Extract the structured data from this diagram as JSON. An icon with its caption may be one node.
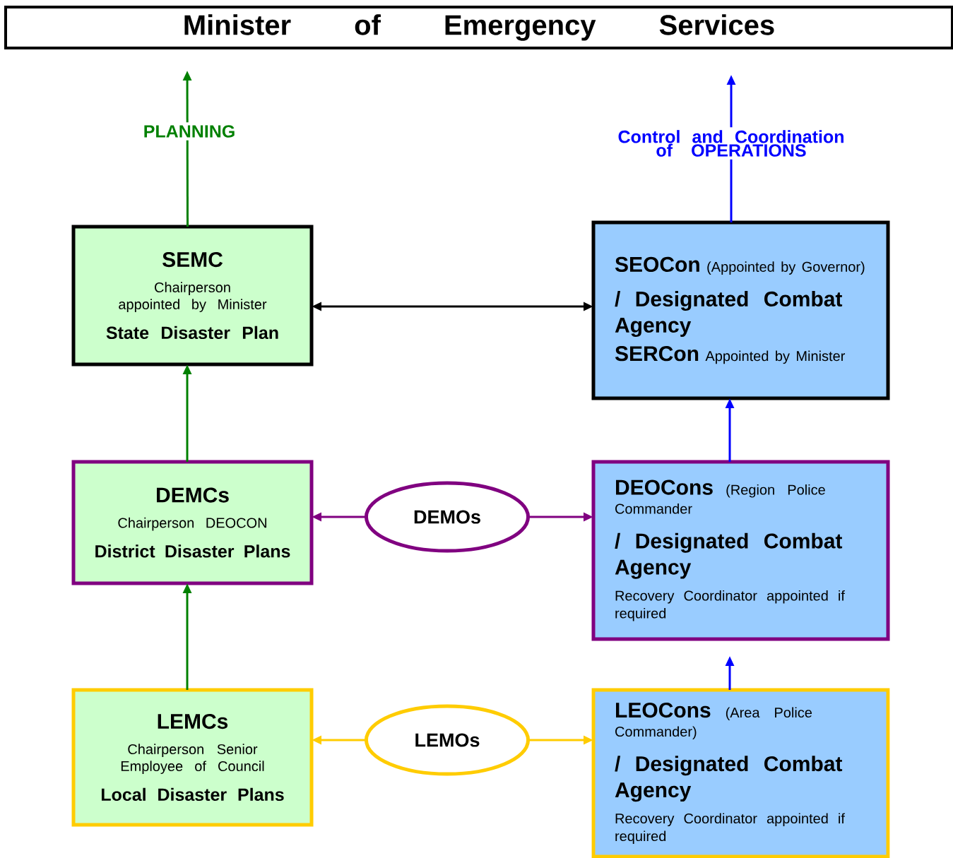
{
  "diagram": {
    "nodes": [
      {
        "text": [
          "Minister of Emergency Services"
        ]
      },
      {
        "text": [
          "SEMC",
          "Chairperson appointed by Minister",
          "State Disaster Plan"
        ]
      },
      {
        "text": [
          "**SEOCon** (Appointed by Governor)",
          "/ Designated Combat Agency",
          "**SERCon** Appointed by Minister"
        ]
      },
      {
        "text": [
          "DEMCs",
          "Chairperson DEOCON",
          "District Disaster Plans"
        ]
      },
      {
        "text": [
          "DEMOs"
        ]
      },
      {
        "text": [
          "**DEOCons** (Region Police Commander",
          "/ Designated Combat Agency",
          "Recovery Coordinator appointed if required"
        ]
      },
      {
        "text": [
          "LEMCs",
          "Chairperson Senior Employee of Council",
          "Local Disaster Plans"
        ]
      },
      {
        "text": [
          "LEMOs"
        ]
      },
      {
        "text": [
          "**LEOCons** (Area Police Commander)",
          "/ Designated Combat Agency",
          "Recovery Coordinator appointed if required"
        ]
      }
    ],
    "edges": [
      {
        "from": 1,
        "to": null,
        "arrow": "to",
        "label": "PLANNING",
        "color": "#008000"
      },
      {
        "from": 2,
        "to": null,
        "arrow": "to",
        "label": "Control and Coordination of OPERATIONS",
        "color": "#0000ff"
      },
      {
        "from": 1,
        "to": 2,
        "arrow": "both",
        "color": "#000000"
      },
      {
        "from": 3,
        "to": 1,
        "arrow": "to",
        "color": "#008000"
      },
      {
        "from": 6,
        "to": 3,
        "arrow": "to",
        "color": "#008000"
      },
      {
        "from": 5,
        "to": 2,
        "arrow": "to",
        "color": "#0000ff"
      },
      {
        "from": 8,
        "to": 5,
        "arrow": "to",
        "color": "#0000ff"
      },
      {
        "from": 4,
        "to": 3,
        "arrow": "to",
        "color": "#800080"
      },
      {
        "from": 4,
        "to": 5,
        "arrow": "to",
        "color": "#800080"
      },
      {
        "from": 7,
        "to": 6,
        "arrow": "to",
        "color": "#ffcc00"
      },
      {
        "from": 7,
        "to": 8,
        "arrow": "to",
        "color": "#ffcc00"
      }
    ]
  }
}
